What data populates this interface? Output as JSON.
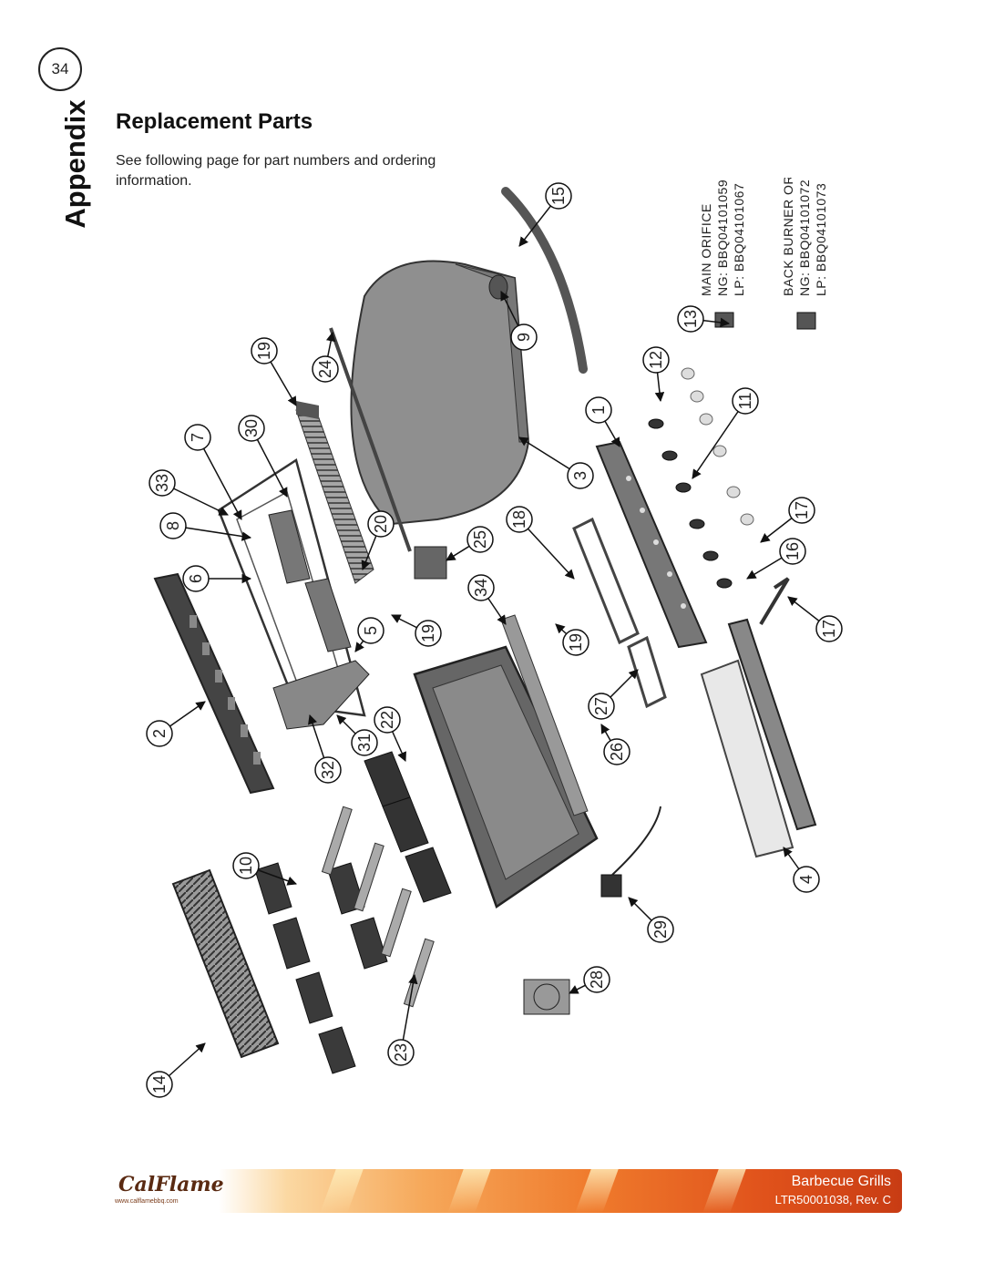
{
  "page": {
    "number": "34",
    "section": "Appendix",
    "title": "Replacement Parts",
    "intro": "See following page for part numbers and ordering information."
  },
  "orifices": {
    "main": {
      "title": "MAIN ORIFICE",
      "ng": "NG: BBQ04101059",
      "lp": "LP: BBQ04101067"
    },
    "back": {
      "title": "BACK BURNER ORIFICE",
      "ng": "NG: BBQ04101072",
      "lp": "LP: BBQ04101073"
    }
  },
  "callouts": [
    "15",
    "9",
    "19",
    "24",
    "30",
    "7",
    "33",
    "8",
    "20",
    "6",
    "25",
    "18",
    "34",
    "5",
    "19",
    "2",
    "32",
    "31",
    "22",
    "19",
    "27",
    "26",
    "10",
    "14",
    "23",
    "28",
    "29",
    "4",
    "17",
    "16",
    "17",
    "1",
    "3",
    "12",
    "13",
    "11"
  ],
  "footer": {
    "logo": "CalFlame",
    "website": "www.calflamebbq.com",
    "title": "Barbecue Grills",
    "doc": "LTR50001038, Rev. C"
  },
  "colors": {
    "accent_start": "#fbd8a2",
    "accent_end": "#c83c14",
    "part_fill": "#8a8a8a",
    "part_dark": "#4a4a4a"
  }
}
